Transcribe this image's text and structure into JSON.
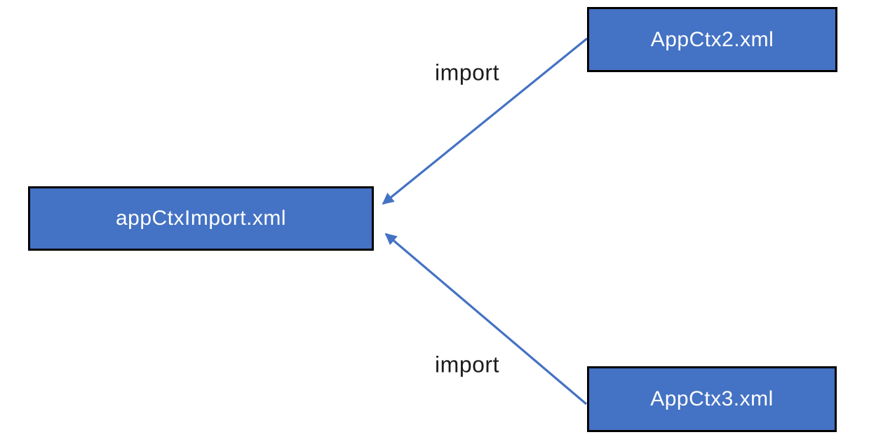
{
  "diagram": {
    "type": "dependency-import-diagram",
    "colors": {
      "node_fill": "#4472C4",
      "node_border": "#000000",
      "node_text": "#ffffff",
      "arrow": "#4472C4",
      "label_text": "#1c1c1c",
      "background": "#ffffff"
    },
    "nodes": [
      {
        "id": "appctx2",
        "label": "AppCtx2.xml"
      },
      {
        "id": "appctximport",
        "label": "appCtxImport.xml"
      },
      {
        "id": "appctx3",
        "label": "AppCtx3.xml"
      }
    ],
    "edges": [
      {
        "from": "appctx2",
        "to": "appctximport",
        "label": "import"
      },
      {
        "from": "appctx3",
        "to": "appctximport",
        "label": "import"
      }
    ]
  }
}
